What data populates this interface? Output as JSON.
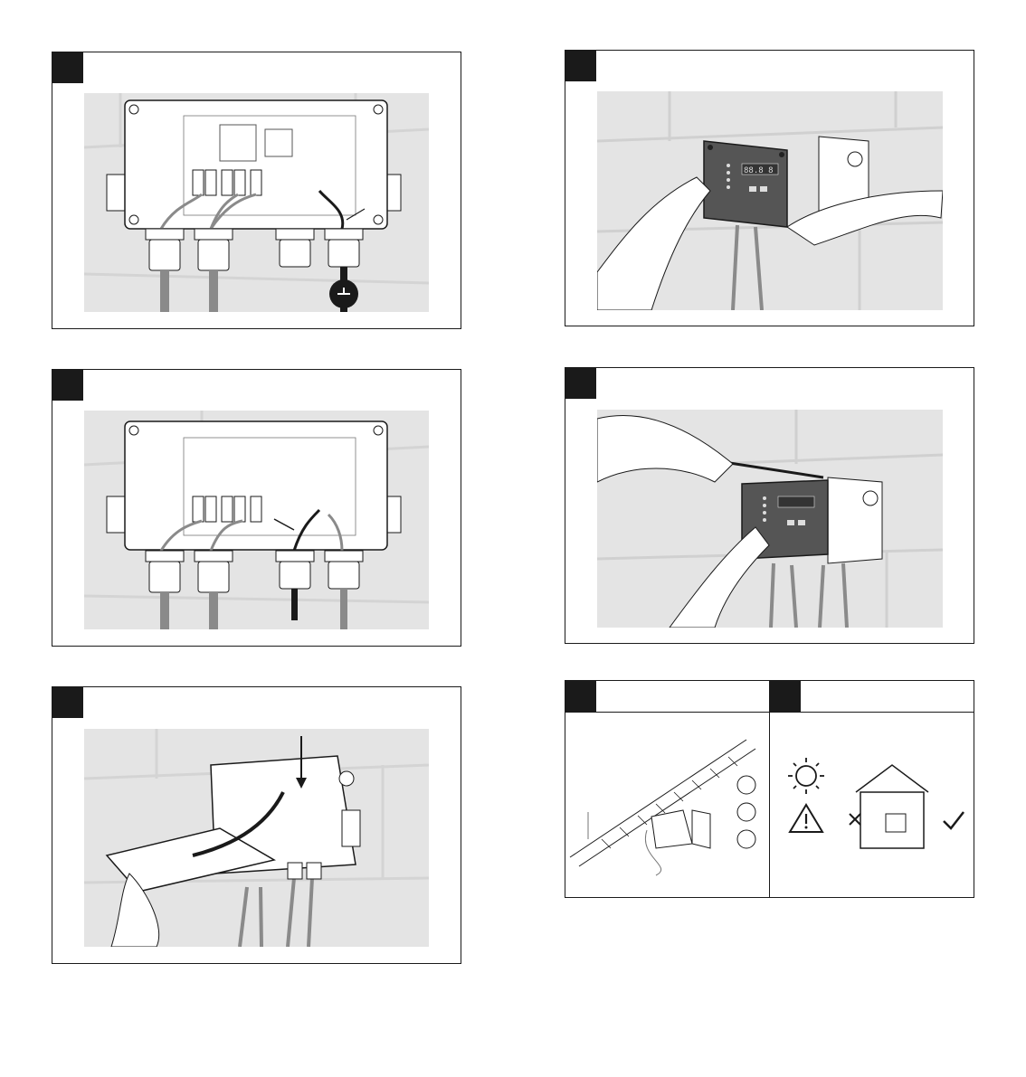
{
  "steps": [
    {
      "id": "step-1",
      "number": ""
    },
    {
      "id": "step-2",
      "number": ""
    },
    {
      "id": "step-3",
      "number": ""
    },
    {
      "id": "step-4",
      "number": ""
    },
    {
      "id": "step-5",
      "number": ""
    },
    {
      "id": "step-6a",
      "number": ""
    },
    {
      "id": "step-6b",
      "number": ""
    }
  ],
  "display": {
    "readout": "88.8 8"
  },
  "colors": {
    "ink": "#1a1a1a",
    "panel_bg": "#e4e4e4",
    "cable": "#8a8a8a",
    "device_face": "#555555"
  }
}
